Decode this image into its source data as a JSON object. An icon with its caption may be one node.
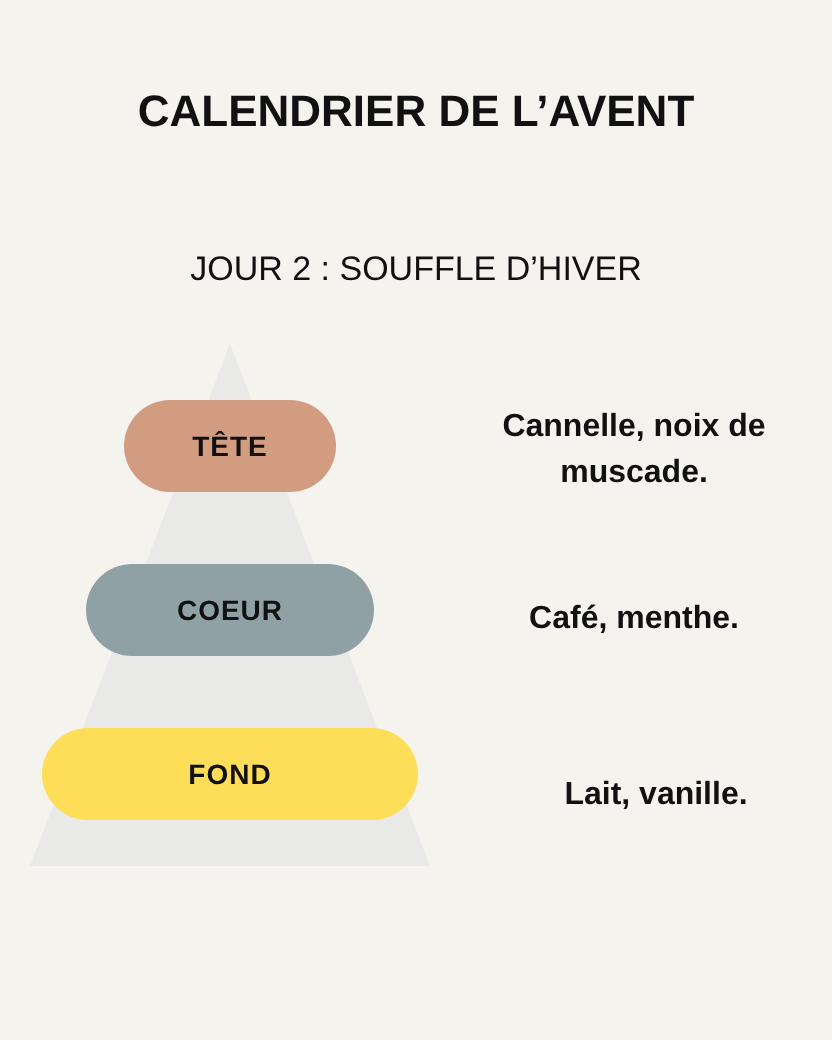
{
  "diagram": {
    "title": "CALENDRIER DE L’AVENT",
    "nodes": [
      {
        "text": [
          "TÊTE"
        ]
      },
      {
        "text": [
          "COEUR"
        ]
      },
      {
        "text": [
          "FOND"
        ]
      }
    ],
    "labels": [
      "JOUR 2 : SOUFFLE D’HIVER",
      "Cannelle, noix de muscade.",
      "Café, menthe.",
      "Lait, vanille."
    ]
  }
}
